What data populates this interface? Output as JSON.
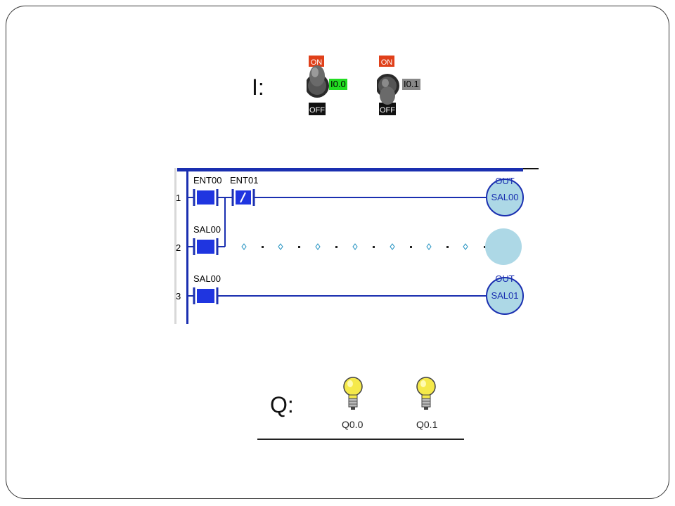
{
  "inputs": {
    "label": "I:",
    "switches": [
      {
        "on_text": "ON",
        "off_text": "OFF",
        "address": "I0.0",
        "state": "on",
        "tag_color": "#22dd22"
      },
      {
        "on_text": "ON",
        "off_text": "OFF",
        "address": "I0.1",
        "state": "off",
        "tag_color": "#888888"
      }
    ]
  },
  "ladder": {
    "rungs": [
      {
        "number": "1",
        "contacts": [
          "ENT00",
          "ENT01"
        ],
        "coil_top": "OUT",
        "coil_bottom": "SAL00"
      },
      {
        "number": "2",
        "contacts": [
          "SAL00"
        ],
        "coil_top": "",
        "coil_bottom": ""
      },
      {
        "number": "3",
        "contacts": [
          "SAL00"
        ],
        "coil_top": "OUT",
        "coil_bottom": "SAL01"
      }
    ],
    "colors": {
      "line": "#1a2fb0",
      "contact_fill": "#1f35e0",
      "coil_fill": "#add8e6",
      "dot_blue": "#1e90c0"
    }
  },
  "outputs": {
    "label": "Q:",
    "lamps": [
      {
        "address": "Q0.0"
      },
      {
        "address": "Q0.1"
      }
    ]
  }
}
